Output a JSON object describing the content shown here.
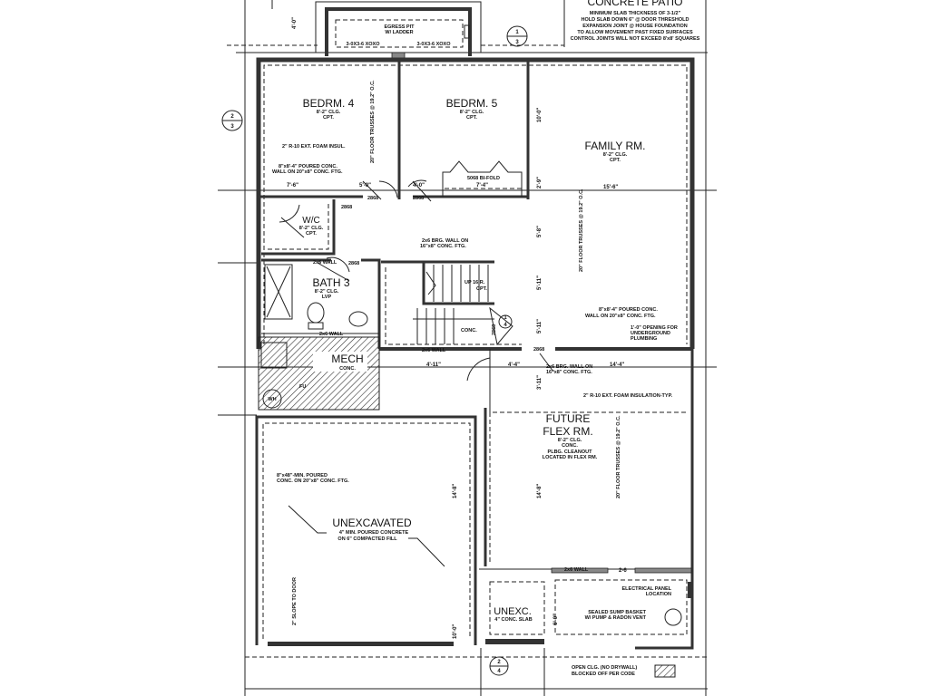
{
  "plan": {
    "patio": {
      "title": "CONCRETE PATIO",
      "notes": [
        "MINIMUM SLAB THICKNESS OF 3-1/2\"",
        "HOLD SLAB DOWN 6\" @ DOOR THRESHOLD",
        "EXPANSION JOINT @ HOUSE FOUNDATION",
        "TO ALLOW MOVEMENT PAST FIXED SURFACES",
        "CONTROL JOINTS WILL NOT EXCEED 8'x8' SQUARES"
      ]
    },
    "egress": {
      "line1": "EGRESS PIT",
      "line2": "W/ LADDER",
      "window1": "3-0X3-6 XOXO",
      "window2": "3-0X3-6 XOXO"
    },
    "section_markers": [
      {
        "top": "1",
        "bottom": "3"
      },
      {
        "top": "2",
        "bottom": "3"
      },
      {
        "top": "2",
        "bottom": "4"
      },
      {
        "top": "1",
        "bottom": "4"
      }
    ],
    "rooms": {
      "bedrm4": {
        "name": "BEDRM. 4",
        "clg": "8'-2\" CLG.",
        "floor": "CPT."
      },
      "bedrm5": {
        "name": "BEDRM. 5",
        "clg": "8'-2\" CLG.",
        "floor": "CPT."
      },
      "family": {
        "name": "FAMILY RM.",
        "clg": "8'-2\" CLG.",
        "floor": "CPT."
      },
      "wic": {
        "name": "W/C",
        "clg": "8'-2\" CLG.",
        "floor": "CPT."
      },
      "bath3": {
        "name": "BATH 3",
        "clg": "8'-2\" CLG.",
        "floor": "LVP"
      },
      "mech": {
        "name": "MECH",
        "floor": "CONC."
      },
      "flex": {
        "name1": "FUTURE",
        "name2": "FLEX RM.",
        "clg": "8'-2\" CLG.",
        "floor": "CONC.",
        "note1": "PLBG. CLEANOUT",
        "note2": "LOCATED IN FLEX RM."
      },
      "unexcavated": {
        "name": "UNEXCAVATED",
        "note1": "4\" MIN. POURED CONCRETE",
        "note2": "ON 6\" COMPACTED FILL",
        "slope": "2\" SLOPE TO DOOR"
      },
      "unexc": {
        "name": "UNEXC.",
        "note": "4\" CONC. SLAB"
      }
    },
    "notes": {
      "trusses1": "20\" FLOOR TRUSSES @ 19.2\" O.C.",
      "trusses2": "20\" FLOOR TRUSSES @ 19.2\" O.C.",
      "trusses3": "20\" FLOOR TRUSSES @ 19.2\" O.C.",
      "foam_wall": "2\" R-10 EXT. FOAM INSUL.",
      "poured_wall1a": "8\"x8'-4\" POURED CONC.",
      "poured_wall1b": "WALL ON 20\"x8\" CONC. FTG.",
      "poured_wall2a": "8\"x8'-4\" POURED CONC.",
      "poured_wall2b": "WALL ON 20\"x8\" CONC. FTG.",
      "poured_wall3a": "8\"x48\"-MIN. POURED",
      "poured_wall3b": "CONC. ON 20\"x8\" CONC. FTG.",
      "brg_wall1a": "2x6 BRG. WALL ON",
      "brg_wall1b": "16\"x8\" CONC. FTG.",
      "brg_wall2a": "2x6 BRG. WALL ON",
      "brg_wall2b": "16\"x8\" CONC. FTG.",
      "bifold": "5068 BI-FOLD",
      "door1": "2868",
      "door2": "2868",
      "door3": "2868",
      "door4": "2868",
      "door5": "2868",
      "door6": "2868",
      "stairs1": "UP 16 R.",
      "stairs2": "CPT.",
      "stair_landing": "CONC.",
      "wall_2x6_a": "2x6 WALL",
      "wall_2x6_b": "2x6 WALL",
      "wall_2x6_c": "2x6 WALL",
      "wall_2x6_d": "2x6 WALL",
      "opening1": "1'-0\" OPENING FOR",
      "opening2": "UNDERGROUND",
      "opening3": "PLUMBING",
      "foam_typ": "2\" R-10 EXT. FOAM INSULATION-TYP.",
      "elec1": "ELECTRICAL PANEL",
      "elec2": "LOCATION",
      "sump1": "SEALED SUMP BASKET",
      "sump2": "W/ PUMP & RADON VENT",
      "legend1": "OPEN CLG. (NO DRYWALL)",
      "legend2": "BLOCKED OFF PER CODE",
      "wh": "WH",
      "fu": "FU"
    },
    "dimensions": [
      "4'-0\"",
      "10'-0\"",
      "7'-6\"",
      "5'-0\"",
      "4'-0\"",
      "7'-4\"",
      "2'-9\"",
      "15'-6\"",
      "5'-8\"",
      "5'-11\"",
      "5'-11\"",
      "4'-11\"",
      "4'-4\"",
      "14'-4\"",
      "3'-11\"",
      "14'-8\"",
      "14'-8\"",
      "10'-0\"",
      "6'-0\"",
      "2-6"
    ]
  }
}
